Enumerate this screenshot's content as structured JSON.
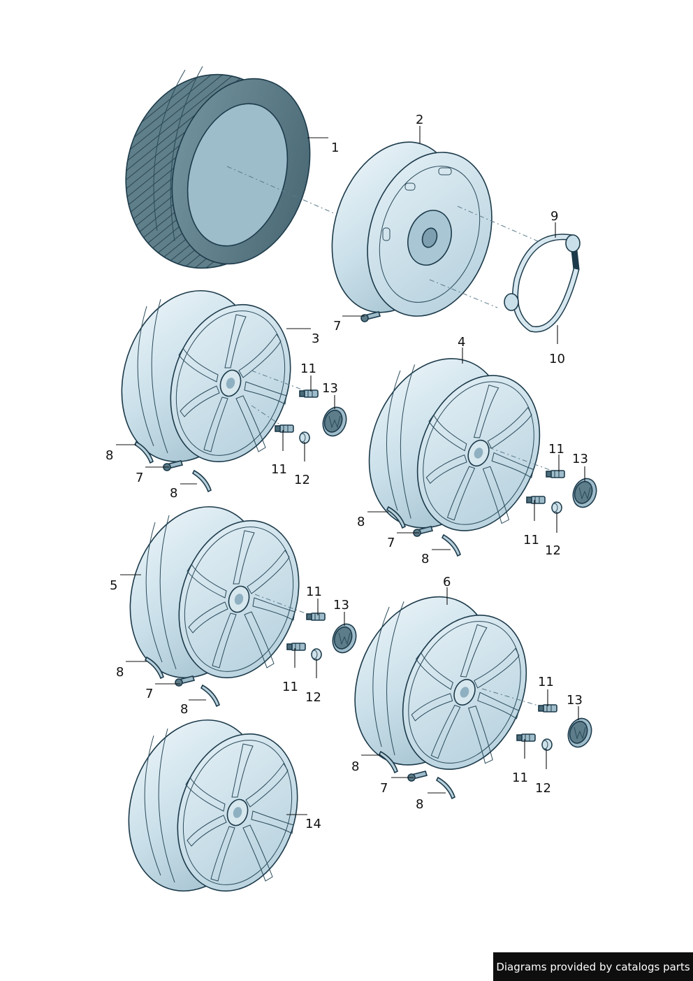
{
  "callouts": {
    "tyre": "1",
    "steel_wheel": "2",
    "alloy_wheel_a": "3",
    "alloy_wheel_b": "4",
    "alloy_wheel_c": "5",
    "alloy_wheel_d": "6",
    "valve": "7",
    "balance_weight": "8",
    "clip": "9",
    "trim_ring": "10",
    "wheel_bolt": "11",
    "bolt_cap": "12",
    "center_cap": "13",
    "alloy_wheel_e": "14"
  },
  "footer": {
    "credit": "Diagrams provided by catalogs parts"
  },
  "colors": {
    "rim_light": "#dcebf2",
    "rim_mid": "#b9d3df",
    "rim_dark": "#8fb0c0",
    "tyre": "#5f7f8a",
    "outline": "#1c3a4a",
    "footer_bg": "#0e0e0e"
  }
}
